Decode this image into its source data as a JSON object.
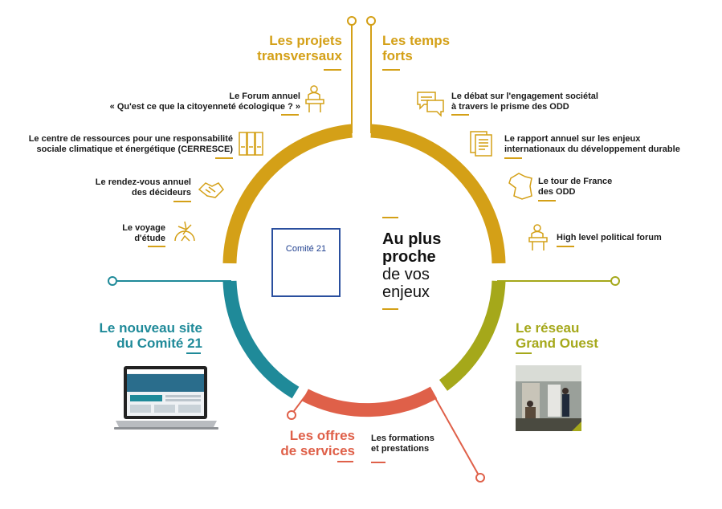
{
  "colors": {
    "yellow": "#d4a017",
    "teal": "#1f8a99",
    "olive": "#a5a81a",
    "coral": "#df6049",
    "blue": "#2a4f9e"
  },
  "sections": {
    "projets": {
      "title_1": "Les projets",
      "title_2": "transversaux"
    },
    "temps": {
      "title_1": "Les temps",
      "title_2": "forts"
    },
    "site": {
      "title_1": "Le nouveau site",
      "title_2": "du Comité 21"
    },
    "reseau": {
      "title_1": "Le réseau",
      "title_2": "Grand Ouest"
    },
    "offres": {
      "title_1": "Les offres",
      "title_2": "de services",
      "item_1": "Les formations",
      "item_2": "et prestations"
    }
  },
  "left_items": [
    {
      "line_1": "Le Forum annuel",
      "line_2": "« Qu'est ce que la citoyenneté écologique ? »",
      "icon": "lectern-icon"
    },
    {
      "line_1": "Le centre de ressources pour une responsabilité",
      "line_2": "sociale climatique et énergétique (CERRESCE)",
      "icon": "binders-icon"
    },
    {
      "line_1": "Le rendez-vous annuel",
      "line_2": "des décideurs",
      "icon": "handshake-icon"
    },
    {
      "line_1": "Le voyage",
      "line_2": "d'étude",
      "icon": "travel-icon"
    }
  ],
  "right_items": [
    {
      "line_1": "Le débat sur l'engagement sociétal",
      "line_2": "à travers le prisme des ODD",
      "icon": "speech-bubbles-icon"
    },
    {
      "line_1": "Le rapport annuel sur les enjeux",
      "line_2": "internationaux du développement durable",
      "icon": "report-icon"
    },
    {
      "line_1": "Le tour de France",
      "line_2": "des ODD",
      "icon": "france-map-icon"
    },
    {
      "line_1": "High level political forum",
      "line_2": "",
      "icon": "speaker-icon"
    }
  ],
  "logo": {
    "text": "Comité 21"
  },
  "center": {
    "line_1": "Au plus",
    "line_2": "proche",
    "line_3": "de vos",
    "line_4": "enjeux"
  }
}
